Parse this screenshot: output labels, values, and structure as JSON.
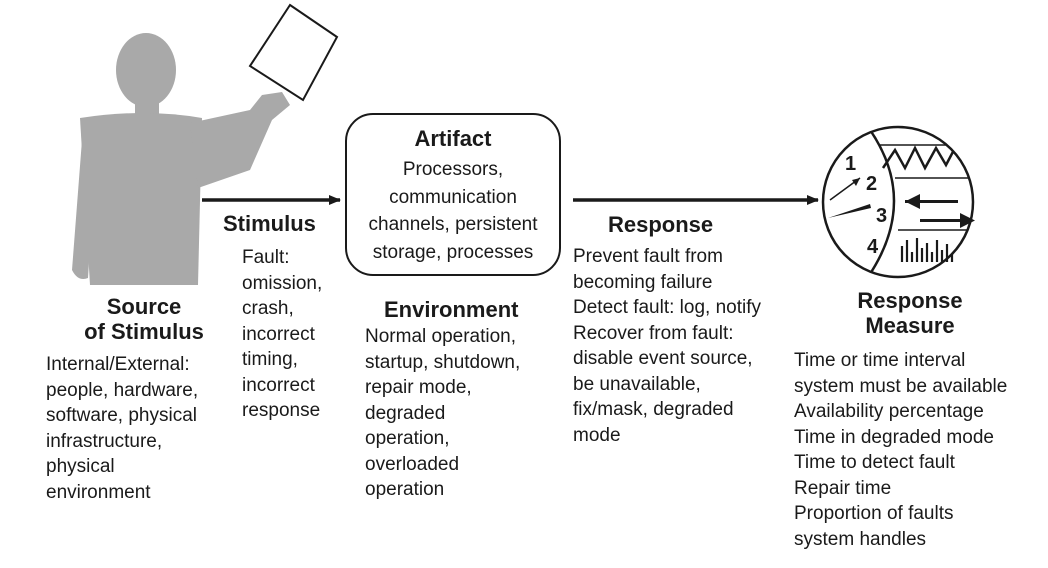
{
  "source": {
    "title_line1": "Source",
    "title_line2": "of Stimulus",
    "lines": [
      "Internal/External:",
      "people, hardware,",
      "software, physical",
      "infrastructure,",
      "physical",
      "environment"
    ]
  },
  "stimulus": {
    "title": "Stimulus",
    "lines": [
      "Fault:",
      "omission,",
      "crash,",
      "incorrect",
      "timing,",
      "incorrect",
      "response"
    ]
  },
  "artifact": {
    "title": "Artifact",
    "lines": [
      "Processors,",
      "communication",
      "channels, persistent",
      "storage, processes"
    ]
  },
  "environment": {
    "title": "Environment",
    "lines": [
      "Normal operation,",
      "startup, shutdown,",
      "repair mode,",
      "degraded",
      "operation,",
      "overloaded",
      "operation"
    ]
  },
  "response": {
    "title": "Response",
    "lines": [
      "Prevent fault from",
      "becoming failure",
      "Detect fault: log, notify",
      "Recover from fault:",
      "disable event source,",
      "be unavailable,",
      "fix/mask, degraded",
      "mode"
    ]
  },
  "response_measure": {
    "title_line1": "Response",
    "title_line2": "Measure",
    "lines": [
      "Time or time interval",
      "system must be available",
      "Availability percentage",
      "Time in degraded mode",
      "Time to detect fault",
      "Repair time",
      "Proportion of faults",
      "system handles"
    ]
  },
  "gauge": {
    "numbers": [
      "1",
      "2",
      "3",
      "4"
    ]
  },
  "colors": {
    "figure": "#a9a9a9",
    "ink": "#1a1a1a"
  }
}
